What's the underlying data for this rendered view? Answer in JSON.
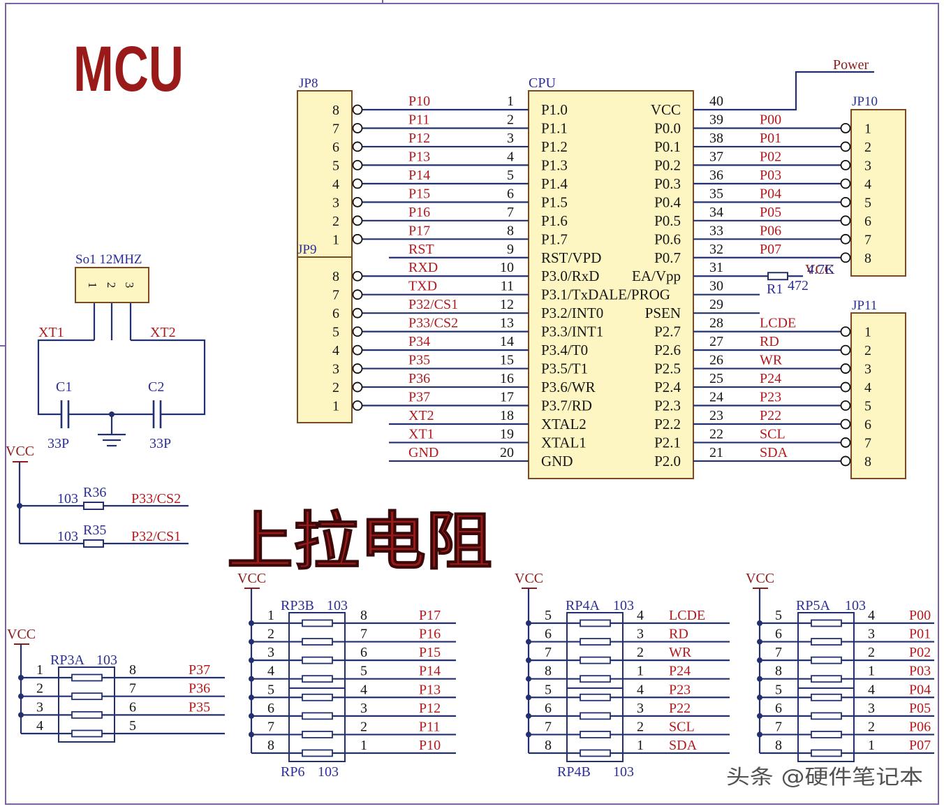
{
  "title": "MCU",
  "pullup_title": "上拉电阻",
  "watermark": "头条 @硬件笔记本",
  "colors": {
    "wire": "#23306f",
    "text": "#161616",
    "net": "#b3191c",
    "label": "#2b2f96",
    "vcc": "#8e1b1b",
    "title": "#9a1a1a",
    "body_fill": "#fdf6c3",
    "body_stroke": "#7a4a22",
    "frame": "#7d62aa",
    "watermark": "#333333"
  },
  "cpu": {
    "label": "CPU",
    "left_pins": [
      {
        "num": "1",
        "name": "P1.0",
        "net": "P10"
      },
      {
        "num": "2",
        "name": "P1.1",
        "net": "P11"
      },
      {
        "num": "3",
        "name": "P1.2",
        "net": "P12"
      },
      {
        "num": "4",
        "name": "P1.3",
        "net": "P13"
      },
      {
        "num": "5",
        "name": "P1.4",
        "net": "P14"
      },
      {
        "num": "6",
        "name": "P1.5",
        "net": "P15"
      },
      {
        "num": "7",
        "name": "P1.6",
        "net": "P16"
      },
      {
        "num": "8",
        "name": "P1.7",
        "net": "P17"
      },
      {
        "num": "9",
        "name": "RST/VPD",
        "net": "RST"
      },
      {
        "num": "10",
        "name": "P3.0/RxD",
        "net": "RXD"
      },
      {
        "num": "11",
        "name": "P3.1/TxDALE/PROG",
        "net": "TXD"
      },
      {
        "num": "12",
        "name": "P3.2/INT0",
        "net": "P32/CS1"
      },
      {
        "num": "13",
        "name": "P3.3/INT1",
        "net": "P33/CS2"
      },
      {
        "num": "14",
        "name": "P3.4/T0",
        "net": "P34"
      },
      {
        "num": "15",
        "name": "P3.5/T1",
        "net": "P35"
      },
      {
        "num": "16",
        "name": "P3.6/WR",
        "net": "P36"
      },
      {
        "num": "17",
        "name": "P3.7/RD",
        "net": "P37"
      },
      {
        "num": "18",
        "name": "XTAL2",
        "net": "XT2"
      },
      {
        "num": "19",
        "name": "XTAL1",
        "net": "XT1"
      },
      {
        "num": "20",
        "name": "GND",
        "net": "GND"
      }
    ],
    "right_pins": [
      {
        "num": "40",
        "name": "VCC"
      },
      {
        "num": "39",
        "name": "P0.0",
        "net": "P00"
      },
      {
        "num": "38",
        "name": "P0.1",
        "net": "P01"
      },
      {
        "num": "37",
        "name": "P0.2",
        "net": "P02"
      },
      {
        "num": "36",
        "name": "P0.3",
        "net": "P03"
      },
      {
        "num": "35",
        "name": "P0.4",
        "net": "P04"
      },
      {
        "num": "34",
        "name": "P0.5",
        "net": "P05"
      },
      {
        "num": "33",
        "name": "P0.6",
        "net": "P06"
      },
      {
        "num": "32",
        "name": "P0.7",
        "net": "P07"
      },
      {
        "num": "31",
        "name": "EA/Vpp"
      },
      {
        "num": "30"
      },
      {
        "num": "29",
        "name": "PSEN"
      },
      {
        "num": "28",
        "name": "P2.7",
        "net": "LCDE"
      },
      {
        "num": "27",
        "name": "P2.6",
        "net": "RD"
      },
      {
        "num": "26",
        "name": "P2.5",
        "net": "WR"
      },
      {
        "num": "25",
        "name": "P2.4",
        "net": "P24"
      },
      {
        "num": "24",
        "name": "P2.3",
        "net": "P23"
      },
      {
        "num": "23",
        "name": "P2.2",
        "net": "P22"
      },
      {
        "num": "22",
        "name": "P2.1",
        "net": "SCL"
      },
      {
        "num": "21",
        "name": "P2.0",
        "net": "SDA"
      }
    ]
  },
  "connectors": [
    {
      "label": "JP8",
      "pins": [
        "8",
        "7",
        "6",
        "5",
        "4",
        "3",
        "2",
        "1"
      ]
    },
    {
      "label": "JP9",
      "pins": [
        "8",
        "7",
        "6",
        "5",
        "4",
        "3",
        "2",
        "1"
      ]
    },
    {
      "label": "JP10",
      "pins": [
        "1",
        "2",
        "3",
        "4",
        "5",
        "6",
        "7",
        "8"
      ]
    },
    {
      "label": "JP11",
      "pins": [
        "1",
        "2",
        "3",
        "4",
        "5",
        "6",
        "7",
        "8"
      ]
    }
  ],
  "power": {
    "label": "Power"
  },
  "r1": {
    "ref": "R1",
    "value": "472",
    "alt_value": "4.7K",
    "supply": "VCC"
  },
  "crystal": {
    "label": "So1 12MHZ",
    "pins": [
      "1",
      "2",
      "3"
    ],
    "net_left": "XT1",
    "net_right": "XT2",
    "c1": {
      "ref": "C1",
      "value": "33P"
    },
    "c2": {
      "ref": "C2",
      "value": "33P"
    }
  },
  "pullup_resistors": {
    "supply": "VCC",
    "items": [
      {
        "value": "103",
        "ref": "R36",
        "net": "P33/CS2"
      },
      {
        "value": "103",
        "ref": "R35",
        "net": "P32/CS1"
      }
    ]
  },
  "resistor_banks": [
    {
      "supply": "VCC",
      "top": {
        "ref": "RP3A",
        "value": "103"
      },
      "left_pins": [
        "1",
        "2",
        "3",
        "4"
      ],
      "right_pins": [
        "8",
        "7",
        "6",
        "5"
      ],
      "nets": [
        "P37",
        "P36",
        "P35"
      ]
    },
    {
      "supply": "VCC",
      "top": {
        "ref": "RP3B",
        "value": "103"
      },
      "bottom": {
        "ref": "RP6",
        "value": "103"
      },
      "left_pins": [
        "1",
        "2",
        "3",
        "4",
        "5",
        "6",
        "7",
        "8"
      ],
      "right_pins": [
        "8",
        "7",
        "6",
        "5",
        "4",
        "3",
        "2",
        "1"
      ],
      "nets": [
        "P17",
        "P16",
        "P15",
        "P14",
        "P13",
        "P12",
        "P11",
        "P10"
      ]
    },
    {
      "supply": "VCC",
      "top": {
        "ref": "RP4A",
        "value": "103"
      },
      "bottom": {
        "ref": "RP4B",
        "value": "103"
      },
      "left_pins": [
        "5",
        "6",
        "7",
        "8",
        "5",
        "6",
        "7",
        "8"
      ],
      "right_pins": [
        "4",
        "3",
        "2",
        "1",
        "4",
        "3",
        "2",
        "1"
      ],
      "nets": [
        "LCDE",
        "RD",
        "WR",
        "P24",
        "P23",
        "P22",
        "SCL",
        "SDA"
      ]
    },
    {
      "supply": "VCC",
      "top": {
        "ref": "RP5A",
        "value": "103"
      },
      "left_pins": [
        "5",
        "6",
        "7",
        "8",
        "5",
        "6",
        "7",
        "8"
      ],
      "right_pins": [
        "4",
        "3",
        "2",
        "1",
        "4",
        "3",
        "2",
        "1"
      ],
      "nets": [
        "P00",
        "P01",
        "P02",
        "P03",
        "P04",
        "P05",
        "P06",
        "P07"
      ]
    }
  ]
}
